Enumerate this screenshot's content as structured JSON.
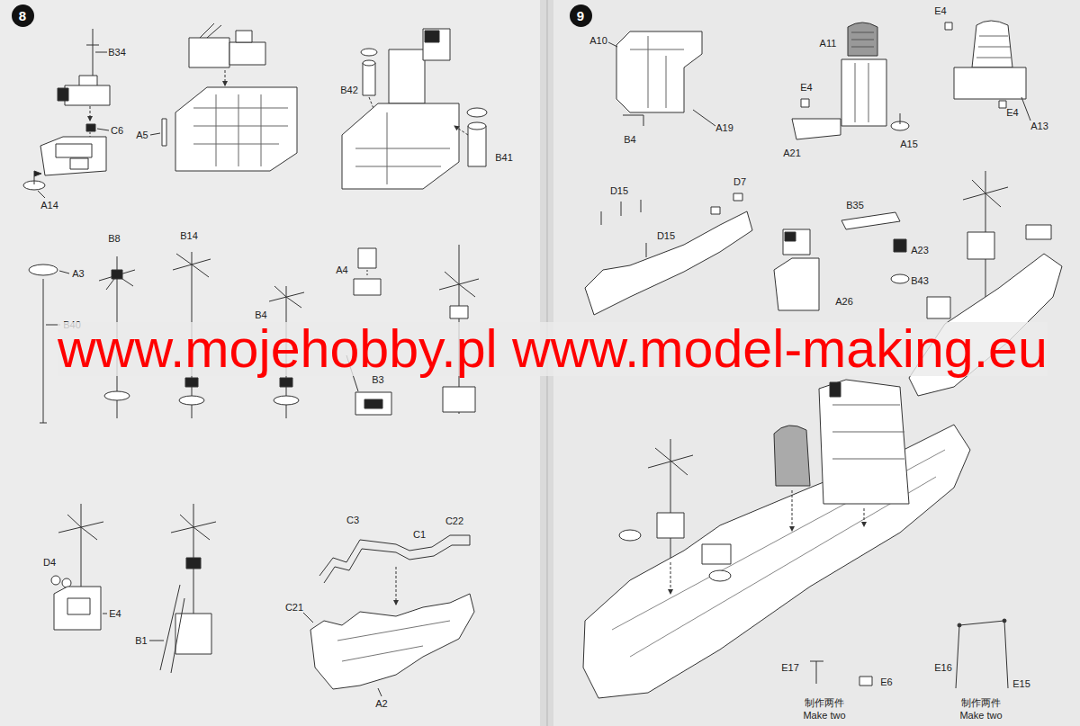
{
  "diagram": {
    "nodes": [
      {
        "text": [
          "8"
        ]
      },
      {
        "text": [
          "9"
        ]
      }
    ],
    "labels": [
      "B34",
      "C6",
      "A14",
      "A5",
      "B42",
      "B41",
      "B8",
      "A3",
      "B14",
      "B40",
      "A4",
      "B4",
      "B3",
      "D4",
      "E4",
      "B1",
      "C3",
      "C22",
      "C1",
      "C21",
      "A2",
      "A10",
      "A11",
      "E4",
      "E4",
      "B4",
      "A19",
      "A21",
      "A15",
      "E4",
      "A13",
      "D15",
      "D7",
      "D15",
      "B35",
      "A23",
      "B43",
      "A26",
      "E16",
      "E15",
      "E17",
      "E6",
      "制作两件",
      "Make two",
      "制作两件",
      "Make two",
      "www.mojehobby.pl www.model-making.eu"
    ]
  }
}
